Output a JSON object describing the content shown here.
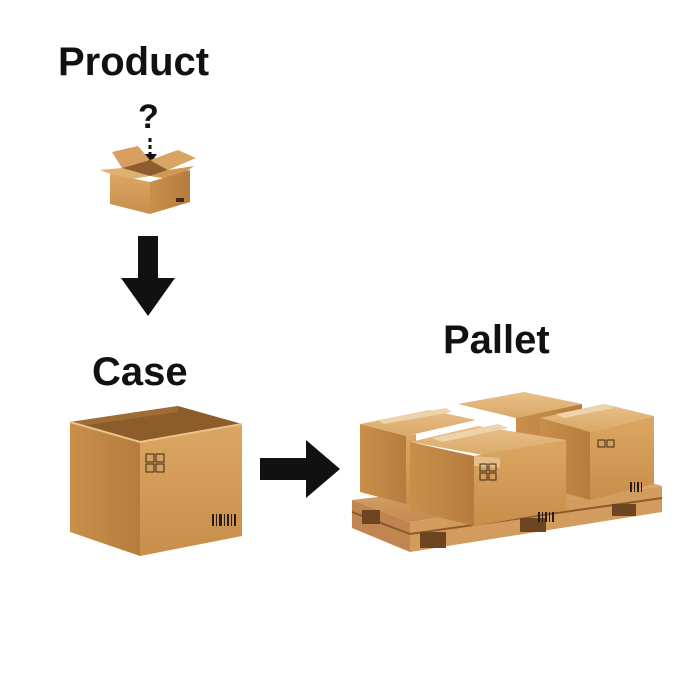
{
  "labels": {
    "product": "Product",
    "question": "?",
    "case": "Case",
    "pallet": "Pallet"
  },
  "icons": {
    "product_box": "open-small-box-icon",
    "case_box": "open-case-box-icon",
    "pallet": "pallet-with-boxes-icon",
    "down_arrow": "arrow-down-icon",
    "right_arrow": "arrow-right-icon"
  },
  "colors": {
    "cardboard_light": "#d9a25d",
    "cardboard_mid": "#c98f4a",
    "cardboard_dark": "#a8713a",
    "tape": "#e9c99a",
    "arrow": "#111111"
  }
}
